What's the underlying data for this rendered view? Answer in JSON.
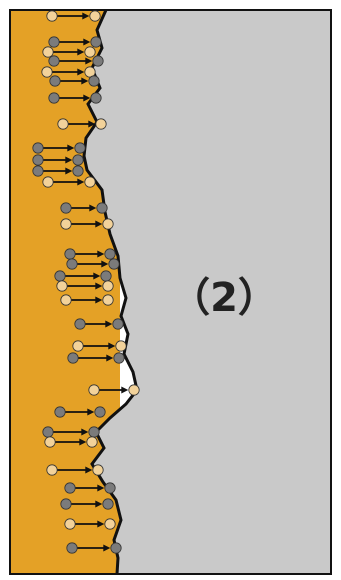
{
  "diagram": {
    "label": "（2）",
    "colors": {
      "left_region": "#E4A126",
      "right_region": "#C9C9C9",
      "boundary": "#111111",
      "frame": "#111111",
      "arrow": "#111111",
      "atom_grey": "#7B7B7B",
      "atom_orange": "#F2D29A"
    },
    "pairs": [
      {
        "from": "atom_orange",
        "to": "atom_orange"
      },
      {
        "from": "atom_grey",
        "to": "atom_grey"
      },
      {
        "from": "atom_orange",
        "to": "atom_orange"
      },
      {
        "from": "atom_grey",
        "to": "atom_grey"
      },
      {
        "from": "atom_orange",
        "to": "atom_orange"
      },
      {
        "from": "atom_grey",
        "to": "atom_grey"
      },
      {
        "from": "atom_grey",
        "to": "atom_grey"
      },
      {
        "from": "atom_orange",
        "to": "atom_orange"
      },
      {
        "from": "atom_grey",
        "to": "atom_grey"
      },
      {
        "from": "atom_grey",
        "to": "atom_grey"
      },
      {
        "from": "atom_grey",
        "to": "atom_grey"
      },
      {
        "from": "atom_orange",
        "to": "atom_orange"
      },
      {
        "from": "atom_grey",
        "to": "atom_grey"
      },
      {
        "from": "atom_orange",
        "to": "atom_orange"
      },
      {
        "from": "atom_grey",
        "to": "atom_grey"
      },
      {
        "from": "atom_grey",
        "to": "atom_grey"
      },
      {
        "from": "atom_grey",
        "to": "atom_grey"
      },
      {
        "from": "atom_orange",
        "to": "atom_orange"
      },
      {
        "from": "atom_orange",
        "to": "atom_orange"
      },
      {
        "from": "atom_grey",
        "to": "atom_grey"
      },
      {
        "from": "atom_orange",
        "to": "atom_orange"
      },
      {
        "from": "atom_grey",
        "to": "atom_grey"
      },
      {
        "from": "atom_orange",
        "to": "atom_orange"
      },
      {
        "from": "atom_grey",
        "to": "atom_grey"
      },
      {
        "from": "atom_grey",
        "to": "atom_grey"
      },
      {
        "from": "atom_orange",
        "to": "atom_orange"
      },
      {
        "from": "atom_orange",
        "to": "atom_orange"
      },
      {
        "from": "atom_grey",
        "to": "atom_grey"
      },
      {
        "from": "atom_grey",
        "to": "atom_grey"
      },
      {
        "from": "atom_orange",
        "to": "atom_orange"
      },
      {
        "from": "atom_grey",
        "to": "atom_grey"
      }
    ]
  }
}
